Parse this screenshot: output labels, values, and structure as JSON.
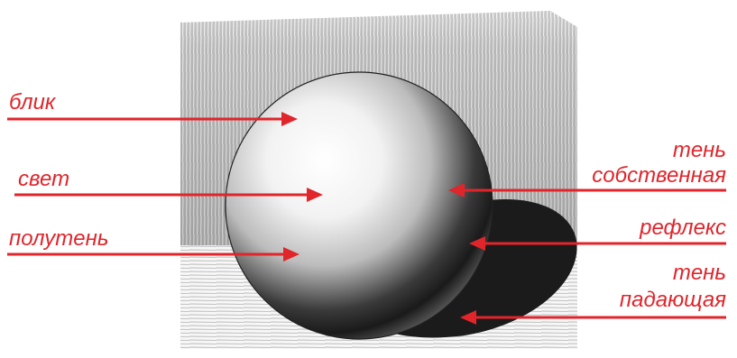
{
  "colors": {
    "accent": "#e0252b",
    "ink": "#111111",
    "paper": "#ffffff"
  },
  "labels": {
    "highlight": "блик",
    "light": "свет",
    "halftone": "полутень",
    "own_shadow_1": "тень",
    "own_shadow_2": "собственная",
    "reflex": "рефлекс",
    "cast_shadow_1": "тень",
    "cast_shadow_2": "падающая"
  }
}
